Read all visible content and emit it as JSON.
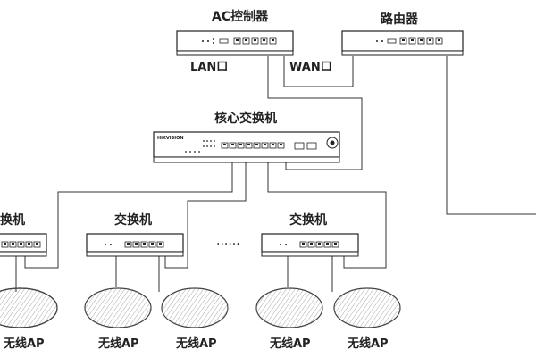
{
  "labels": {
    "ac_controller": "AC控制器",
    "router": "路由器",
    "lan_port": "LAN口",
    "wan_port": "WAN口",
    "core_switch": "核心交换机",
    "brand": "HIKVISION",
    "switch_left": "换机",
    "switch_mid": "交换机",
    "switch_right": "交换机",
    "ellipsis": "......",
    "ap": "无线AP"
  },
  "colors": {
    "line": "#333333",
    "device_fill": "#ffffff",
    "device_stroke": "#222222"
  }
}
